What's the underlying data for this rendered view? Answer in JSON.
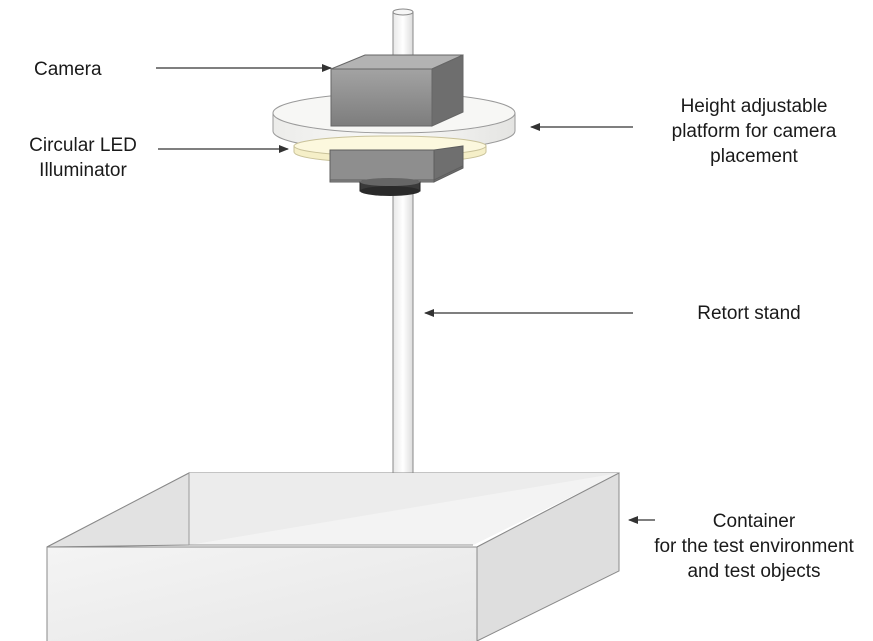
{
  "labels": {
    "camera": "Camera",
    "led_line1": "Circular LED",
    "led_line2": "Illuminator",
    "platform_line1": "Height adjustable",
    "platform_line2": "platform for camera",
    "platform_line3": "placement",
    "stand": "Retort stand",
    "container_line1": "Container",
    "container_line2": "for the test environment",
    "container_line3": "and test objects"
  },
  "colors": {
    "camera_body": "#8c8c8c",
    "platform": "#f2f2ef",
    "led_ring": "#fbf6d8",
    "lens": "#3a3a3a",
    "arrow": "#333333"
  }
}
